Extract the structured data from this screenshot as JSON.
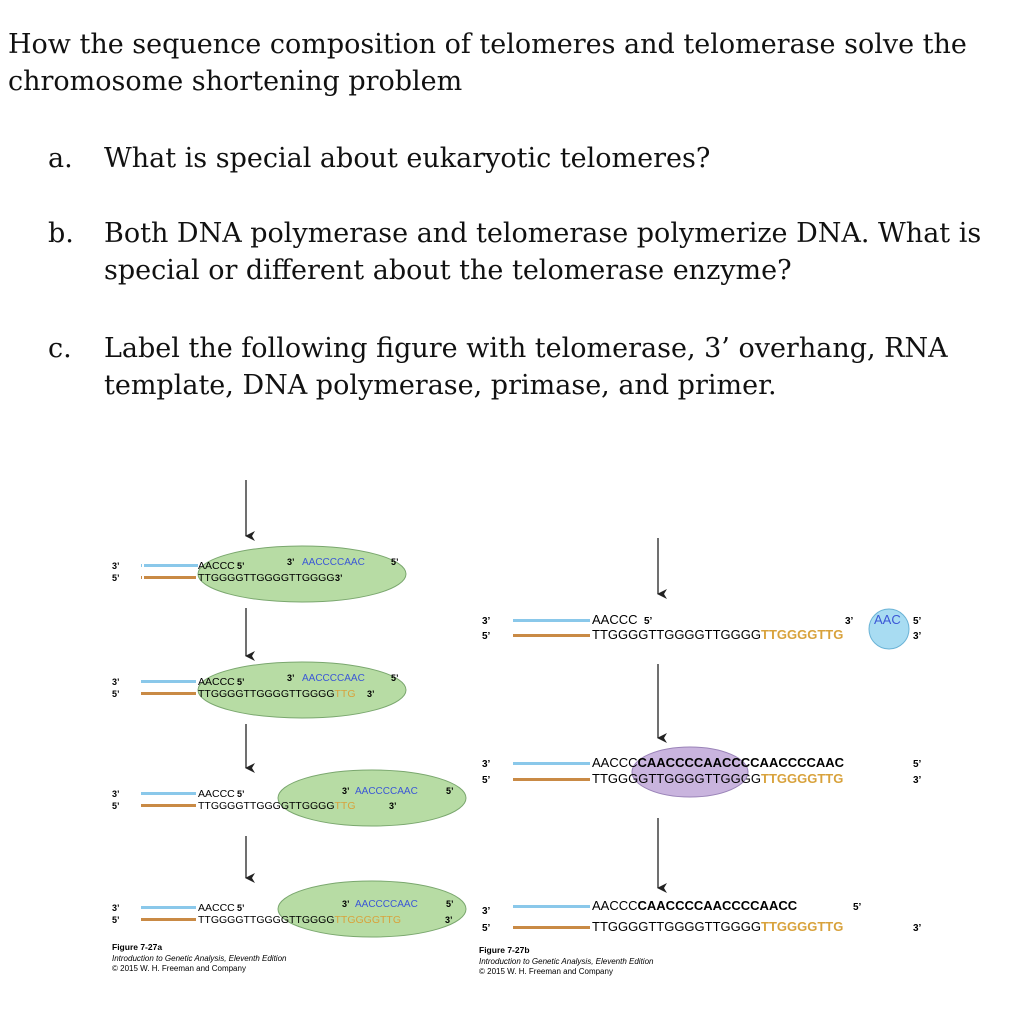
{
  "heading": "How the sequence composition of telomeres and telomerase solve the chromosome shortening problem",
  "questions": [
    {
      "letter": "a.",
      "text": "What is special about eukaryotic telomeres?"
    },
    {
      "letter": "b.",
      "text": "Both DNA polymerase and telomerase polymerize DNA. What is special or different about the telomerase enzyme?"
    },
    {
      "letter": "c.",
      "text": "Label the following figure with telomerase, 3’ overhang, RNA template, DNA polymerase, primase, and primer."
    }
  ],
  "figure_a": {
    "caption": {
      "title": "Figure 7-27a",
      "book": "Introduction to Genetic Analysis, Eleventh Edition",
      "copyright": "© 2015 W. H. Freeman and Company"
    },
    "steps": [
      {
        "top_strand": "AACCC",
        "bottom_dna": "TTGGGGTTGGGGTTGGGG",
        "bottom_new": "",
        "rna": "AACCCCAAC"
      },
      {
        "top_strand": "AACCC",
        "bottom_dna": "TTGGGGTTGGGGTTGGGG",
        "bottom_new": "TTG",
        "rna": "AACCCCAAC"
      },
      {
        "top_strand": "AACCC",
        "bottom_dna": "TTGGGGTTGGGGTTGGGG",
        "bottom_new": "TTG",
        "rna": "AACCCCAAC"
      },
      {
        "top_strand": "AACCC",
        "bottom_dna": "TTGGGGTTGGGGTTGGGG",
        "bottom_new": "TTGGGGTTG",
        "rna": "AACCCCAAC"
      }
    ]
  },
  "figure_b": {
    "caption": {
      "title": "Figure 7-27b",
      "book": "Introduction to Genetic Analysis, Eleventh Edition",
      "copyright": "© 2015 W. H. Freeman and Company"
    },
    "steps": [
      {
        "top_old": "AACCC",
        "top_new": "",
        "bottom_old": "TTGGGGTTGGGGTTGGGG",
        "bottom_new": "TTGGGGTTG",
        "primer": "AAC"
      },
      {
        "top_old": "AACCC",
        "top_new": "CAACCCCAACCCCAACCCCAAC",
        "bottom_old": "TTGGGGTTGGGGTTGGGG",
        "bottom_new": "TTGGGGTTG",
        "primer": ""
      },
      {
        "top_old": "AACCC",
        "top_new": "CAACCCCAACCCCAACC",
        "bottom_old": "TTGGGGTTGGGGTTGGGG",
        "bottom_new": "TTGGGGTTG",
        "primer": ""
      }
    ]
  },
  "labels": {
    "three_prime": "3’",
    "five_prime": "5’"
  },
  "colors": {
    "top_strand": "#8ac8ea",
    "bottom_strand": "#c98a45",
    "rna_text": "#3b57d6",
    "new_dna_text": "#d8a23c",
    "telomerase_fill": "#b7dca4",
    "polymerase_fill": "#c9b4de",
    "primer_fill": "#a8dcf2"
  }
}
